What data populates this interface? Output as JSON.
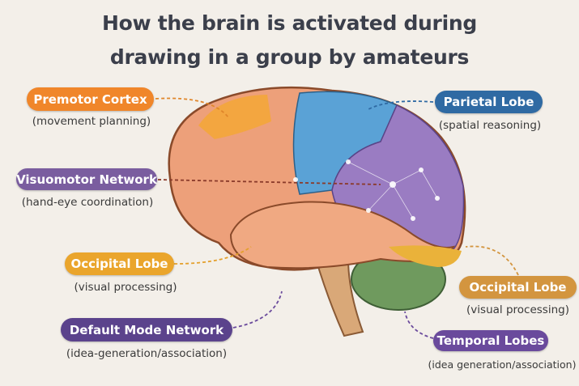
{
  "title": {
    "line1": "How the brain is activated during",
    "line2": "drawing in a group by amateurs"
  },
  "labels": [
    {
      "name": "Premotor Cortex",
      "description": "(movement planning)",
      "color": "#f0862a"
    },
    {
      "name": "Visuomotor Network",
      "description": "(hand-eye coordination)",
      "color": "#7a5d9f"
    },
    {
      "name": "Occipital Lobe",
      "description": "(visual processing)",
      "color": "#eaa52c"
    },
    {
      "name": "Default Mode Network",
      "description": "(idea-generation/association)",
      "color": "#5b438c"
    },
    {
      "name": "Parietal Lobe",
      "description": "(spatial reasoning)",
      "color": "#2f6aa3"
    },
    {
      "name": "Occipital Lobe",
      "description": "(visual processing)",
      "color": "#d3953f"
    },
    {
      "name": "Temporal Lobes",
      "description": "(idea generation/association)",
      "color": "#6a4a9c"
    }
  ]
}
